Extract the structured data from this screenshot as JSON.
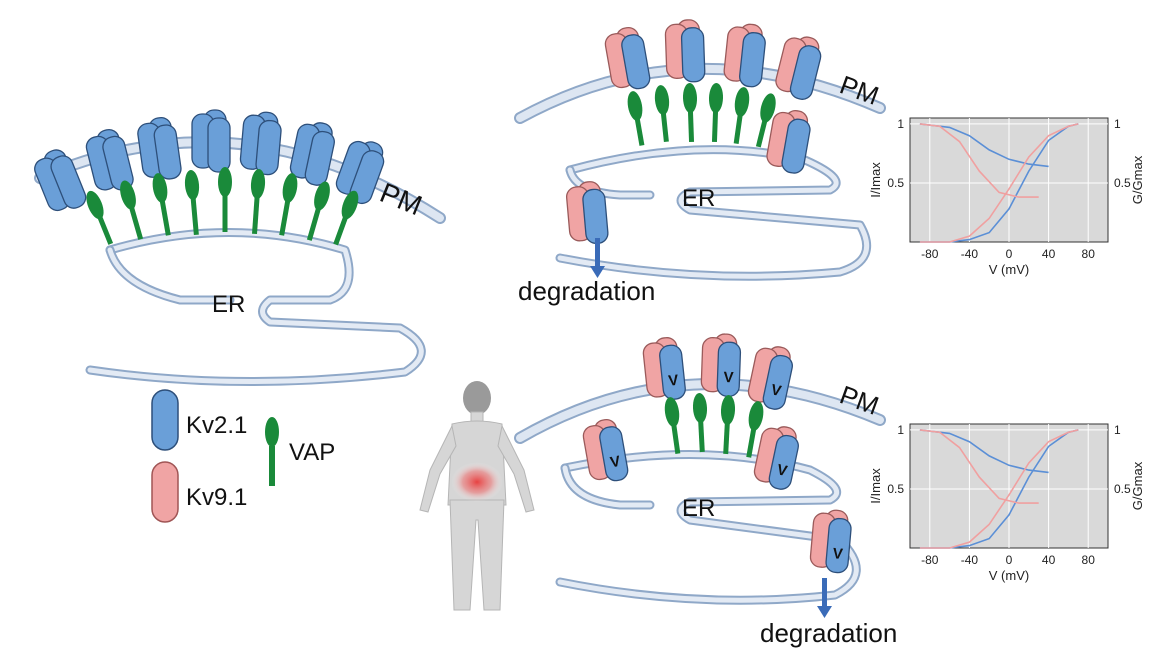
{
  "colors": {
    "kv21": "#6a9fd8",
    "kv91": "#f0a4a4",
    "vap": "#1a8a3a",
    "membrane": "#c5d3e6",
    "membrane_edge": "#8fa8c8",
    "plot_bg": "#d9d9d9",
    "curve_blue": "#5b8fd6",
    "curve_pink": "#f0a0a0",
    "arrow": "#3a6bb8",
    "pain": "#e83a3a"
  },
  "legend": {
    "kv21_label": "Kv2.1",
    "kv91_label": "Kv9.1",
    "vap_label": "VAP"
  },
  "panels": {
    "left": {
      "pm_label": "PM",
      "er_label": "ER"
    },
    "top": {
      "pm_label": "PM",
      "er_label": "ER",
      "degradation_label": "degradation"
    },
    "bottom": {
      "pm_label": "PM",
      "er_label": "ER",
      "degradation_label": "degradation",
      "mutation_mark": "V"
    }
  },
  "chart_data": [
    {
      "type": "line",
      "xlabel": "V (mV)",
      "ylabel_left": "I/Imax",
      "ylabel_right": "G/Gmax",
      "xlim": [
        -100,
        100
      ],
      "ylim": [
        0,
        1.05
      ],
      "x_ticks": [
        "-80",
        "-40",
        "0",
        "40",
        "80"
      ],
      "y_ticks_left": [
        "0.5",
        "1"
      ],
      "y_ticks_right": [
        "0.5",
        "1"
      ],
      "grid": true,
      "series": [
        {
          "color": "blue",
          "x": [
            -90,
            -60,
            -40,
            -20,
            0,
            20,
            40
          ],
          "y": [
            1.0,
            0.97,
            0.9,
            0.78,
            0.7,
            0.66,
            0.64
          ]
        },
        {
          "color": "blue",
          "x": [
            -90,
            -60,
            -40,
            -20,
            0,
            20,
            40,
            60,
            70
          ],
          "y": [
            0.0,
            0.0,
            0.02,
            0.08,
            0.28,
            0.6,
            0.86,
            0.98,
            1.0
          ]
        },
        {
          "color": "pink",
          "x": [
            -90,
            -70,
            -50,
            -30,
            -10,
            10,
            30
          ],
          "y": [
            1.0,
            0.98,
            0.85,
            0.6,
            0.42,
            0.38,
            0.38
          ]
        },
        {
          "color": "pink",
          "x": [
            -90,
            -60,
            -40,
            -20,
            0,
            20,
            40,
            60,
            70
          ],
          "y": [
            0.0,
            0.0,
            0.05,
            0.2,
            0.45,
            0.72,
            0.9,
            0.98,
            1.0
          ]
        }
      ]
    },
    {
      "type": "line",
      "xlabel": "V (mV)",
      "ylabel_left": "I/Imax",
      "ylabel_right": "G/Gmax",
      "xlim": [
        -100,
        100
      ],
      "ylim": [
        0,
        1.05
      ],
      "x_ticks": [
        "-80",
        "-40",
        "0",
        "40",
        "80"
      ],
      "y_ticks_left": [
        "0.5",
        "1"
      ],
      "y_ticks_right": [
        "0.5",
        "1"
      ],
      "grid": true,
      "series": [
        {
          "color": "blue",
          "x": [
            -90,
            -60,
            -40,
            -20,
            0,
            20,
            40
          ],
          "y": [
            1.0,
            0.97,
            0.9,
            0.78,
            0.7,
            0.66,
            0.64
          ]
        },
        {
          "color": "blue",
          "x": [
            -90,
            -60,
            -40,
            -20,
            0,
            20,
            40,
            60,
            70
          ],
          "y": [
            0.0,
            0.0,
            0.02,
            0.08,
            0.28,
            0.6,
            0.86,
            0.98,
            1.0
          ]
        },
        {
          "color": "pink",
          "x": [
            -90,
            -70,
            -50,
            -30,
            -10,
            10,
            30
          ],
          "y": [
            1.0,
            0.98,
            0.85,
            0.6,
            0.42,
            0.38,
            0.38
          ]
        },
        {
          "color": "pink",
          "x": [
            -90,
            -60,
            -40,
            -20,
            0,
            20,
            40,
            60,
            70
          ],
          "y": [
            0.0,
            0.0,
            0.05,
            0.2,
            0.45,
            0.72,
            0.9,
            0.98,
            1.0
          ]
        }
      ]
    }
  ]
}
